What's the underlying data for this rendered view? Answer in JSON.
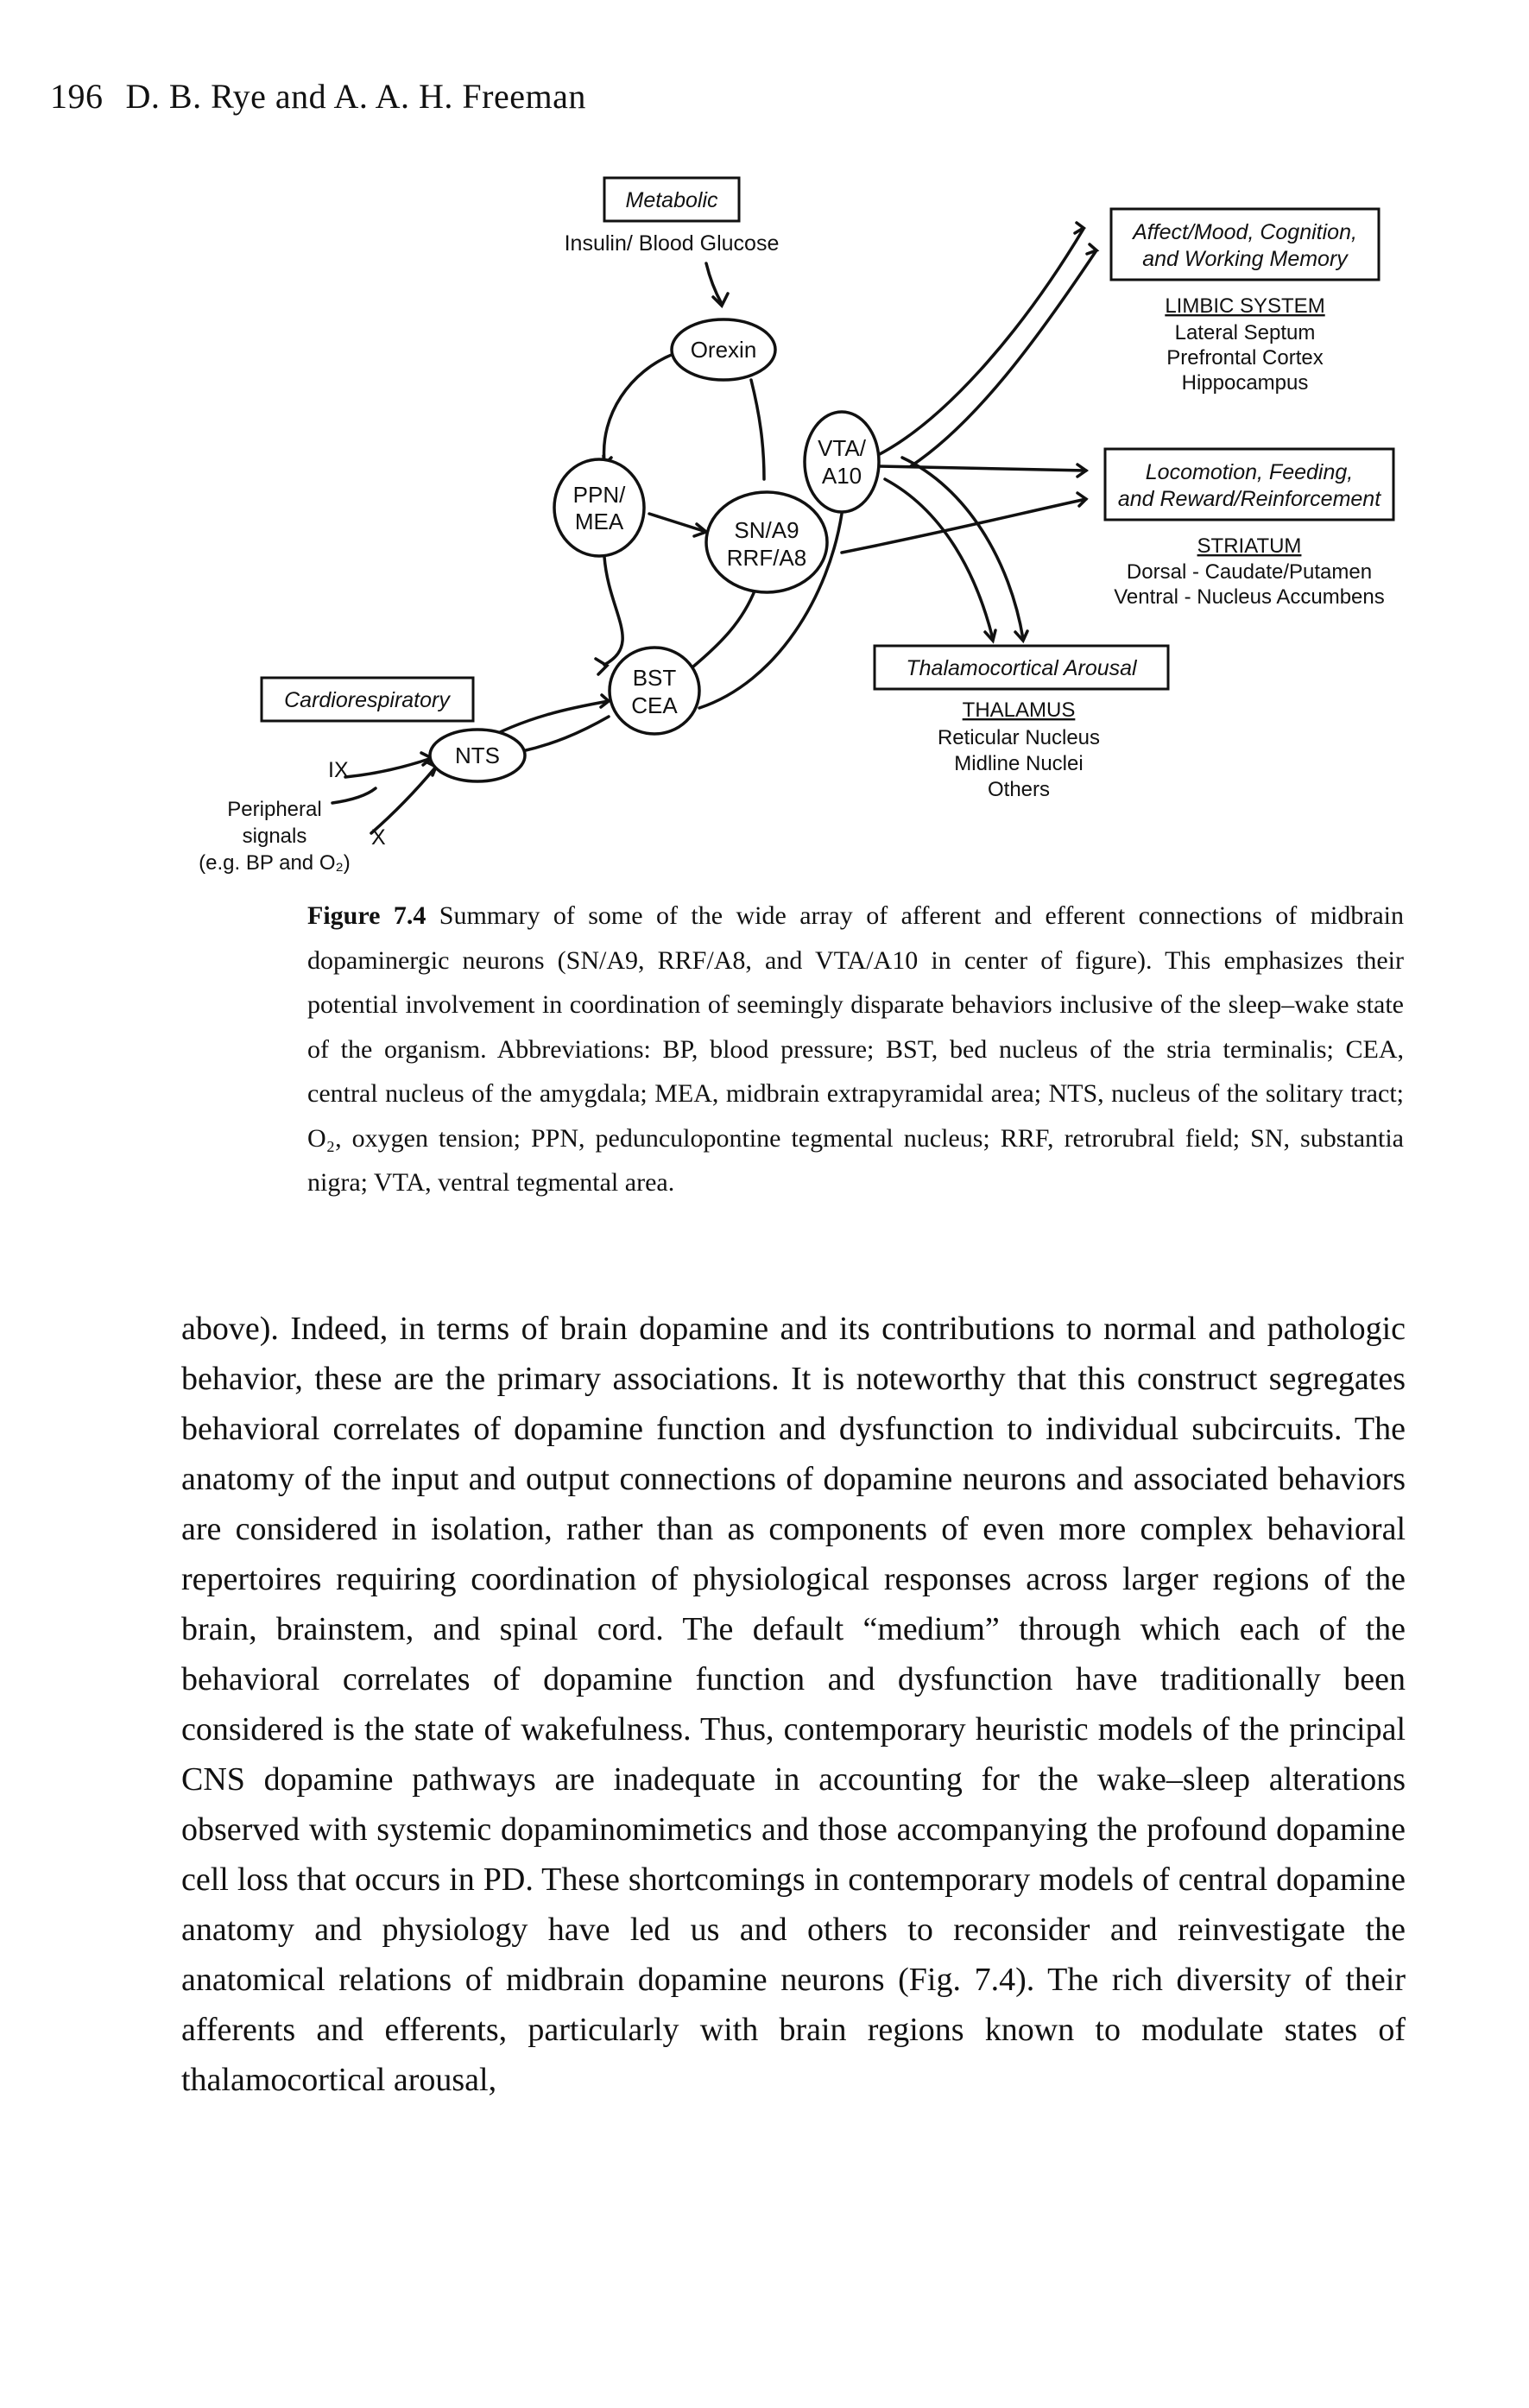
{
  "header": {
    "page_number": "196",
    "authors": "D. B. Rye and A. A. H. Freeman"
  },
  "figure": {
    "boxes": {
      "metabolic": "Metabolic",
      "affect": [
        "Affect/Mood, Cognition,",
        "and Working Memory"
      ],
      "locomotion": [
        "Locomotion, Feeding,",
        "and Reward/Reinforcement"
      ],
      "thalamocortical": "Thalamocortical Arousal",
      "cardio": "Cardiorespiratory"
    },
    "labels": {
      "insulin": "Insulin/ Blood Glucose",
      "limbic_title": "LIMBIC SYSTEM",
      "limbic_items": [
        "Lateral Septum",
        "Prefrontal Cortex",
        "Hippocampus"
      ],
      "striatum_title": "STRIATUM",
      "striatum_items": [
        "Dorsal - Caudate/Putamen",
        "Ventral - Nucleus Accumbens"
      ],
      "thalamus_title": "THALAMUS",
      "thalamus_items": [
        "Reticular Nucleus",
        "Midline Nuclei",
        "Others"
      ],
      "ix": "IX",
      "x": "X",
      "peripheral": [
        "Peripheral",
        "signals",
        "(e.g. BP and O₂)"
      ]
    },
    "nodes": {
      "orexin": "Orexin",
      "ppn": [
        "PPN/",
        "MEA"
      ],
      "vta": [
        "VTA/",
        "A10"
      ],
      "sn": [
        "SN/A9",
        "RRF/A8"
      ],
      "bst": [
        "BST",
        "CEA"
      ],
      "nts": "NTS"
    }
  },
  "caption": {
    "label": "Figure 7.4",
    "text": "Summary of some of the wide array of afferent and efferent connections of midbrain dopaminergic neurons (SN/A9, RRF/A8, and VTA/A10 in center of figure). This emphasizes their potential involvement in coordination of seemingly disparate behaviors inclusive of the sleep–wake state of the organism. Abbreviations: BP, blood pressure; BST, bed nucleus of the stria terminalis; CEA, central nucleus of the amygdala; MEA, midbrain extrapyramidal area; NTS, nucleus of the solitary tract; O₂, oxygen tension; PPN, pedunculopontine tegmental nucleus; RRF, retrorubral field; SN, substantia nigra; VTA, ventral tegmental area."
  },
  "body": "above). Indeed, in terms of brain dopamine and its contributions to normal and pathologic behavior, these are the primary associations. It is noteworthy that this construct segregates behavioral correlates of dopamine function and dysfunction to individual subcircuits. The anatomy of the input and output connections of dopamine neurons and associated behaviors are considered in isolation, rather than as components of even more complex behavioral repertoires requiring coordination of physiological responses across larger regions of the brain, brainstem, and spinal cord. The default “medium” through which each of the behavioral correlates of dopamine function and dysfunction have traditionally been considered is the state of wakefulness. Thus, contemporary heuristic models of the principal CNS dopamine pathways are inadequate in accounting for the wake–sleep alterations observed with systemic dopaminomimetics and those accompanying the profound dopamine cell loss that occurs in PD. These shortcomings in contemporary models of central dopamine anatomy and physiology have led us and others to reconsider and reinvestigate the anatomical relations of midbrain dopamine neurons (Fig. 7.4). The rich diversity of their afferents and efferents, particularly with brain regions known to modulate states of thalamocortical arousal,"
}
